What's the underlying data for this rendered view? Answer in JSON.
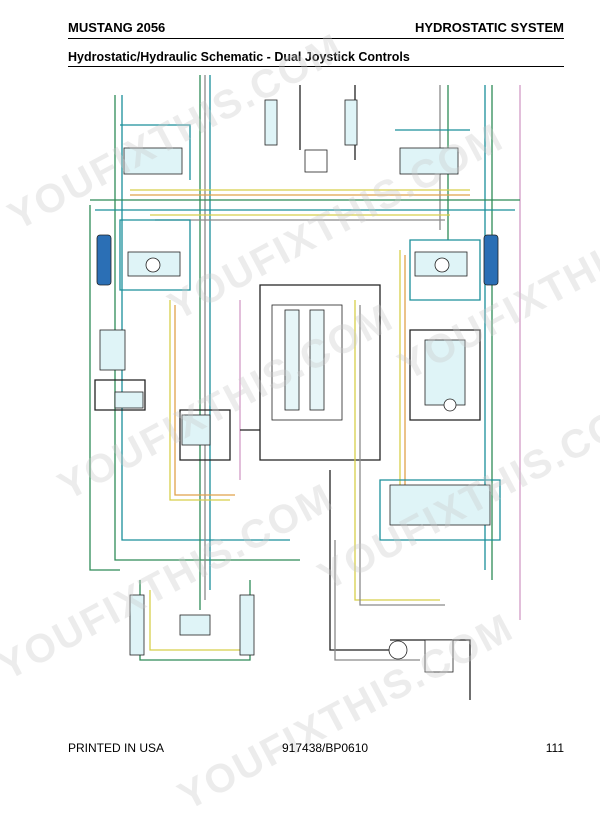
{
  "header": {
    "left": "MUSTANG 2056",
    "right": "HYDROSTATIC SYSTEM"
  },
  "title": "Hydrostatic/Hydraulic Schematic - Dual Joystick Controls",
  "footer": {
    "left": "PRINTED IN USA",
    "center": "917438/BP0610",
    "right": "111"
  },
  "watermark": "YOUFIXTHIS.COM",
  "colors": {
    "green": "#2e8b57",
    "teal": "#1a8f9a",
    "yellow": "#d7cf4a",
    "orange": "#e0a24a",
    "pink": "#d39bc6",
    "gray": "#8a8a8a",
    "blue": "#3a87c7",
    "black": "#222222"
  }
}
